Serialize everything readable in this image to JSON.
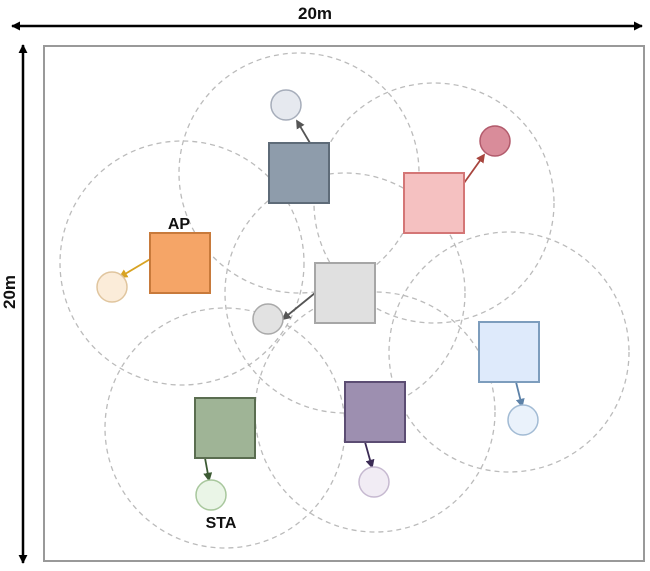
{
  "dimension_labels": {
    "width": "20m",
    "height": "20m"
  },
  "legend_labels": {
    "ap": "AP",
    "sta": "STA"
  },
  "colors": {
    "border": "#999999",
    "arrow": "#000000",
    "range_circle": "#bbbbbb"
  },
  "links": [
    {
      "id": "orange",
      "ap_fill": "#f5a567",
      "ap_stroke": "#c87a3b",
      "sta_fill": "#fbecd9",
      "sta_stroke": "#e0c59e",
      "arrow": "#d8a323"
    },
    {
      "id": "slate",
      "ap_fill": "#8e9cab",
      "ap_stroke": "#5e6b78",
      "sta_fill": "#e6e9ef",
      "sta_stroke": "#a6adba",
      "arrow": "#555555"
    },
    {
      "id": "red",
      "ap_fill": "#f5c1c1",
      "ap_stroke": "#d47676",
      "sta_fill": "#d98c9a",
      "sta_stroke": "#b25b6c",
      "arrow": "#a8453e"
    },
    {
      "id": "gray",
      "ap_fill": "#e0e0e0",
      "ap_stroke": "#a6a6a6",
      "sta_fill": "#e2e2e2",
      "sta_stroke": "#a9a9a9",
      "arrow": "#555555"
    },
    {
      "id": "light-blue",
      "ap_fill": "#deeafb",
      "ap_stroke": "#7d9dbd",
      "sta_fill": "#eaf2fb",
      "sta_stroke": "#a2bbd4",
      "arrow": "#5d82a8"
    },
    {
      "id": "purple",
      "ap_fill": "#9d8fb0",
      "ap_stroke": "#5c4d73",
      "sta_fill": "#f1ecf4",
      "sta_stroke": "#c6b9d0",
      "arrow": "#3b2b55"
    },
    {
      "id": "green",
      "ap_fill": "#9fb496",
      "ap_stroke": "#5a6d50",
      "sta_fill": "#eaf5e7",
      "sta_stroke": "#a8c79d",
      "arrow": "#3c5a33"
    }
  ]
}
